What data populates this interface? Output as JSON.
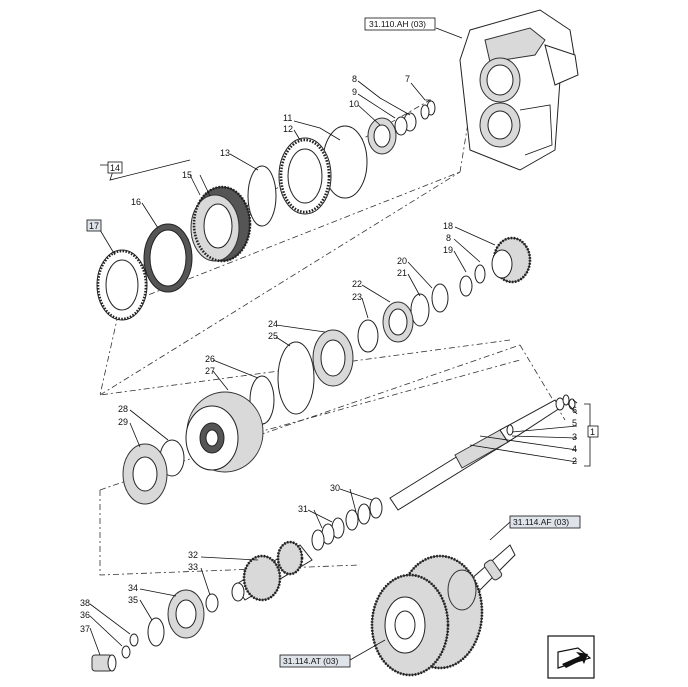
{
  "references": {
    "transmission_housing": "31.110.AH (03)",
    "output_shaft": "31.114.AF (03)",
    "gear_assembly": "31.114.AT (03)"
  },
  "callouts": {
    "n1": "1",
    "n2": "2",
    "n3": "3",
    "n4": "4",
    "n5": "5",
    "n6": "6",
    "n7": "7",
    "n8": "8",
    "n9": "9",
    "n10": "10",
    "n11": "11",
    "n12": "12",
    "n13": "13",
    "n14": "14",
    "n15": "15",
    "n16": "16",
    "n17": "17",
    "n18": "18",
    "n19": "19",
    "n20": "20",
    "n21": "21",
    "n22": "22",
    "n23": "23",
    "n24": "24",
    "n25": "25",
    "n26": "26",
    "n27": "27",
    "n28": "28",
    "n29": "29",
    "n30": "30",
    "n31": "31",
    "n32": "32",
    "n33": "33",
    "n34": "34",
    "n35": "35",
    "n36": "36",
    "n37": "37",
    "n38": "38",
    "n8b": "8"
  },
  "icons": {
    "navigation": "book-arrow-icon"
  }
}
